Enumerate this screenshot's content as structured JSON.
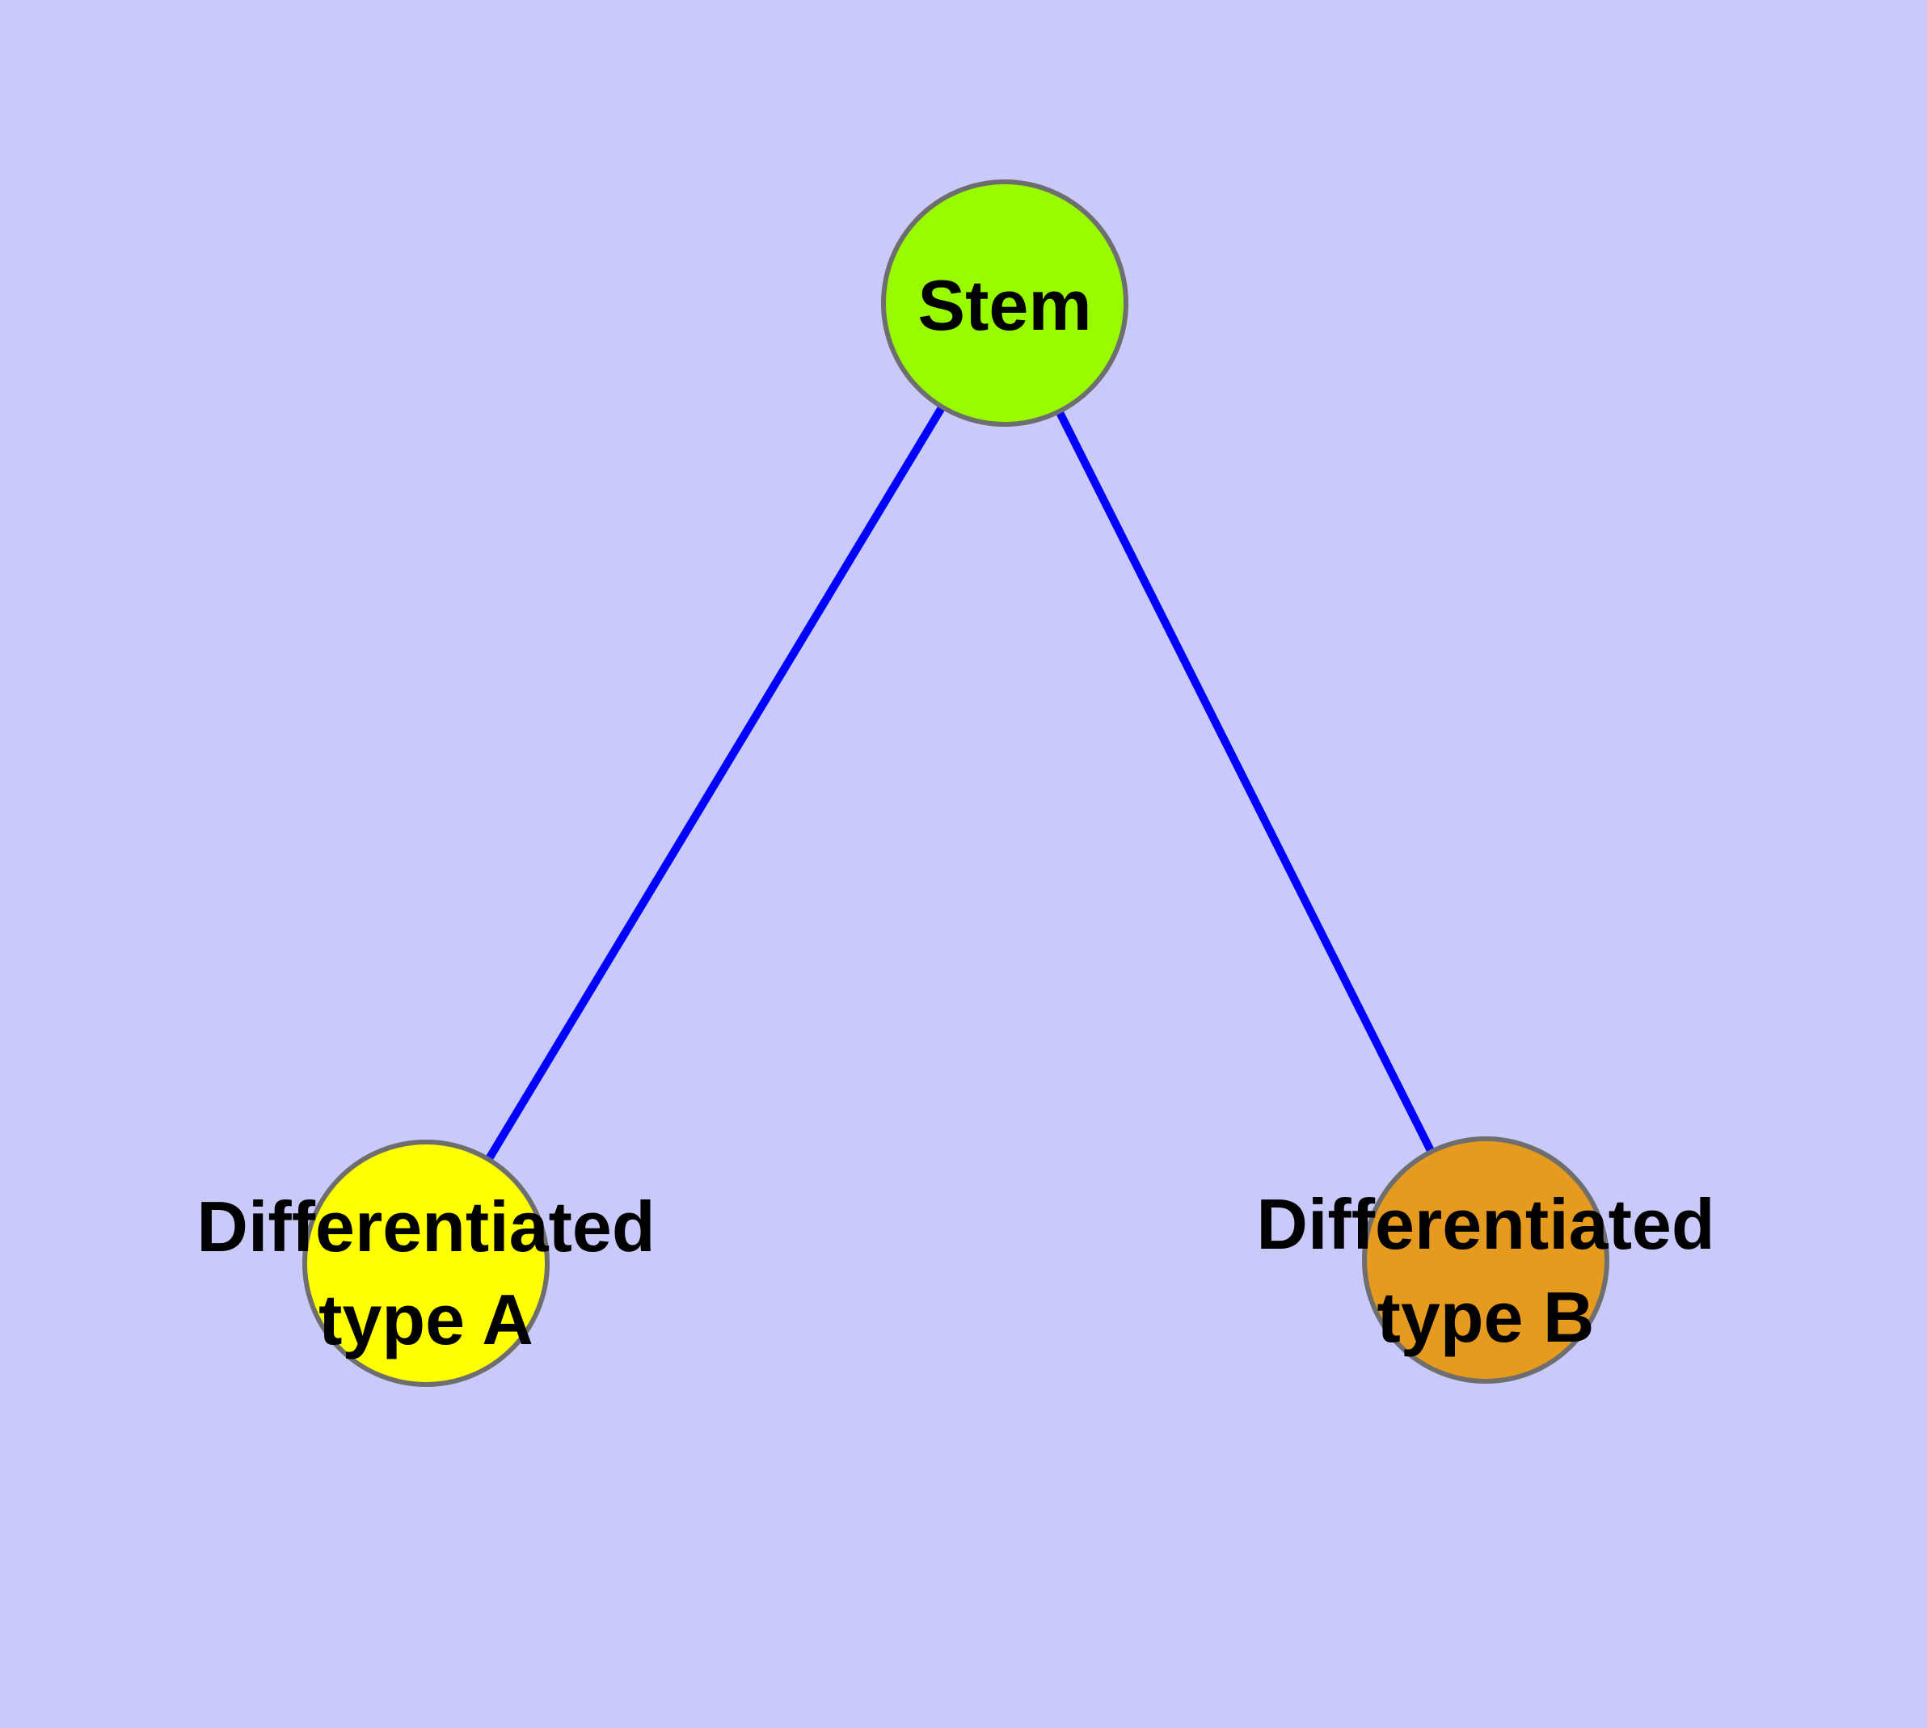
{
  "diagram": {
    "type": "graph",
    "background_color": "#c9c9fa",
    "edge_color": "#0000ff",
    "node_border_color": "#6e6e6e",
    "label_color": "#000000",
    "nodes": [
      {
        "id": "stem",
        "label": "Stem",
        "fill": "#99fb00"
      },
      {
        "id": "differentiated-type-a",
        "label": "Differentiated type A",
        "label_line1": "Differentiated",
        "label_line2": "type A",
        "fill": "#ffff00"
      },
      {
        "id": "differentiated-type-b",
        "label": "Differentiated type B",
        "label_line1": "Differentiated",
        "label_line2": "type B",
        "fill": "#e69a1e"
      }
    ],
    "edges": [
      {
        "from": "Stem",
        "to": "Differentiated type A"
      },
      {
        "from": "Stem",
        "to": "Differentiated type B"
      }
    ]
  }
}
